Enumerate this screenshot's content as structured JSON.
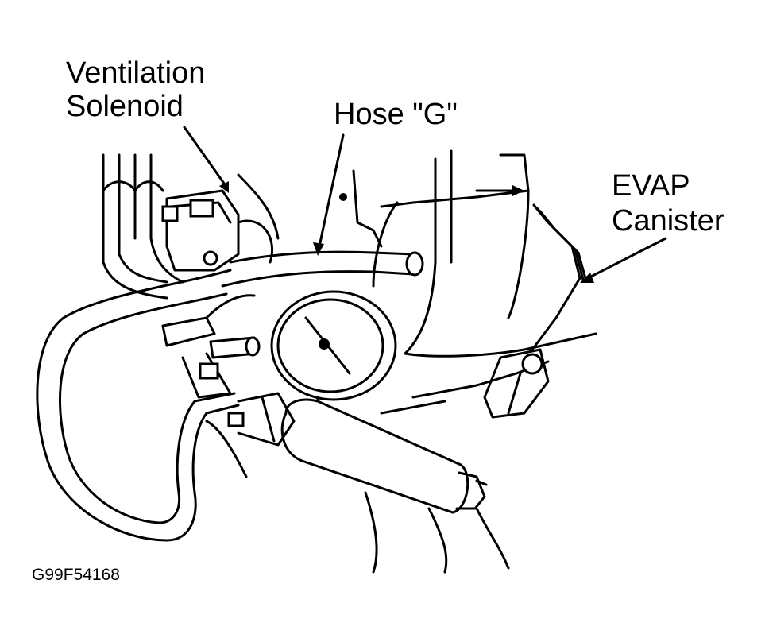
{
  "labels": {
    "ventilation_solenoid_line1": "Ventilation",
    "ventilation_solenoid_line2": "Solenoid",
    "hose_g": "Hose \"G\"",
    "evap_canister_line1": "EVAP",
    "evap_canister_line2": "Canister",
    "figure_code": "G99F54168"
  },
  "icons": [
    "vacuum-gauge-icon",
    "hand-vacuum-pump-icon"
  ]
}
